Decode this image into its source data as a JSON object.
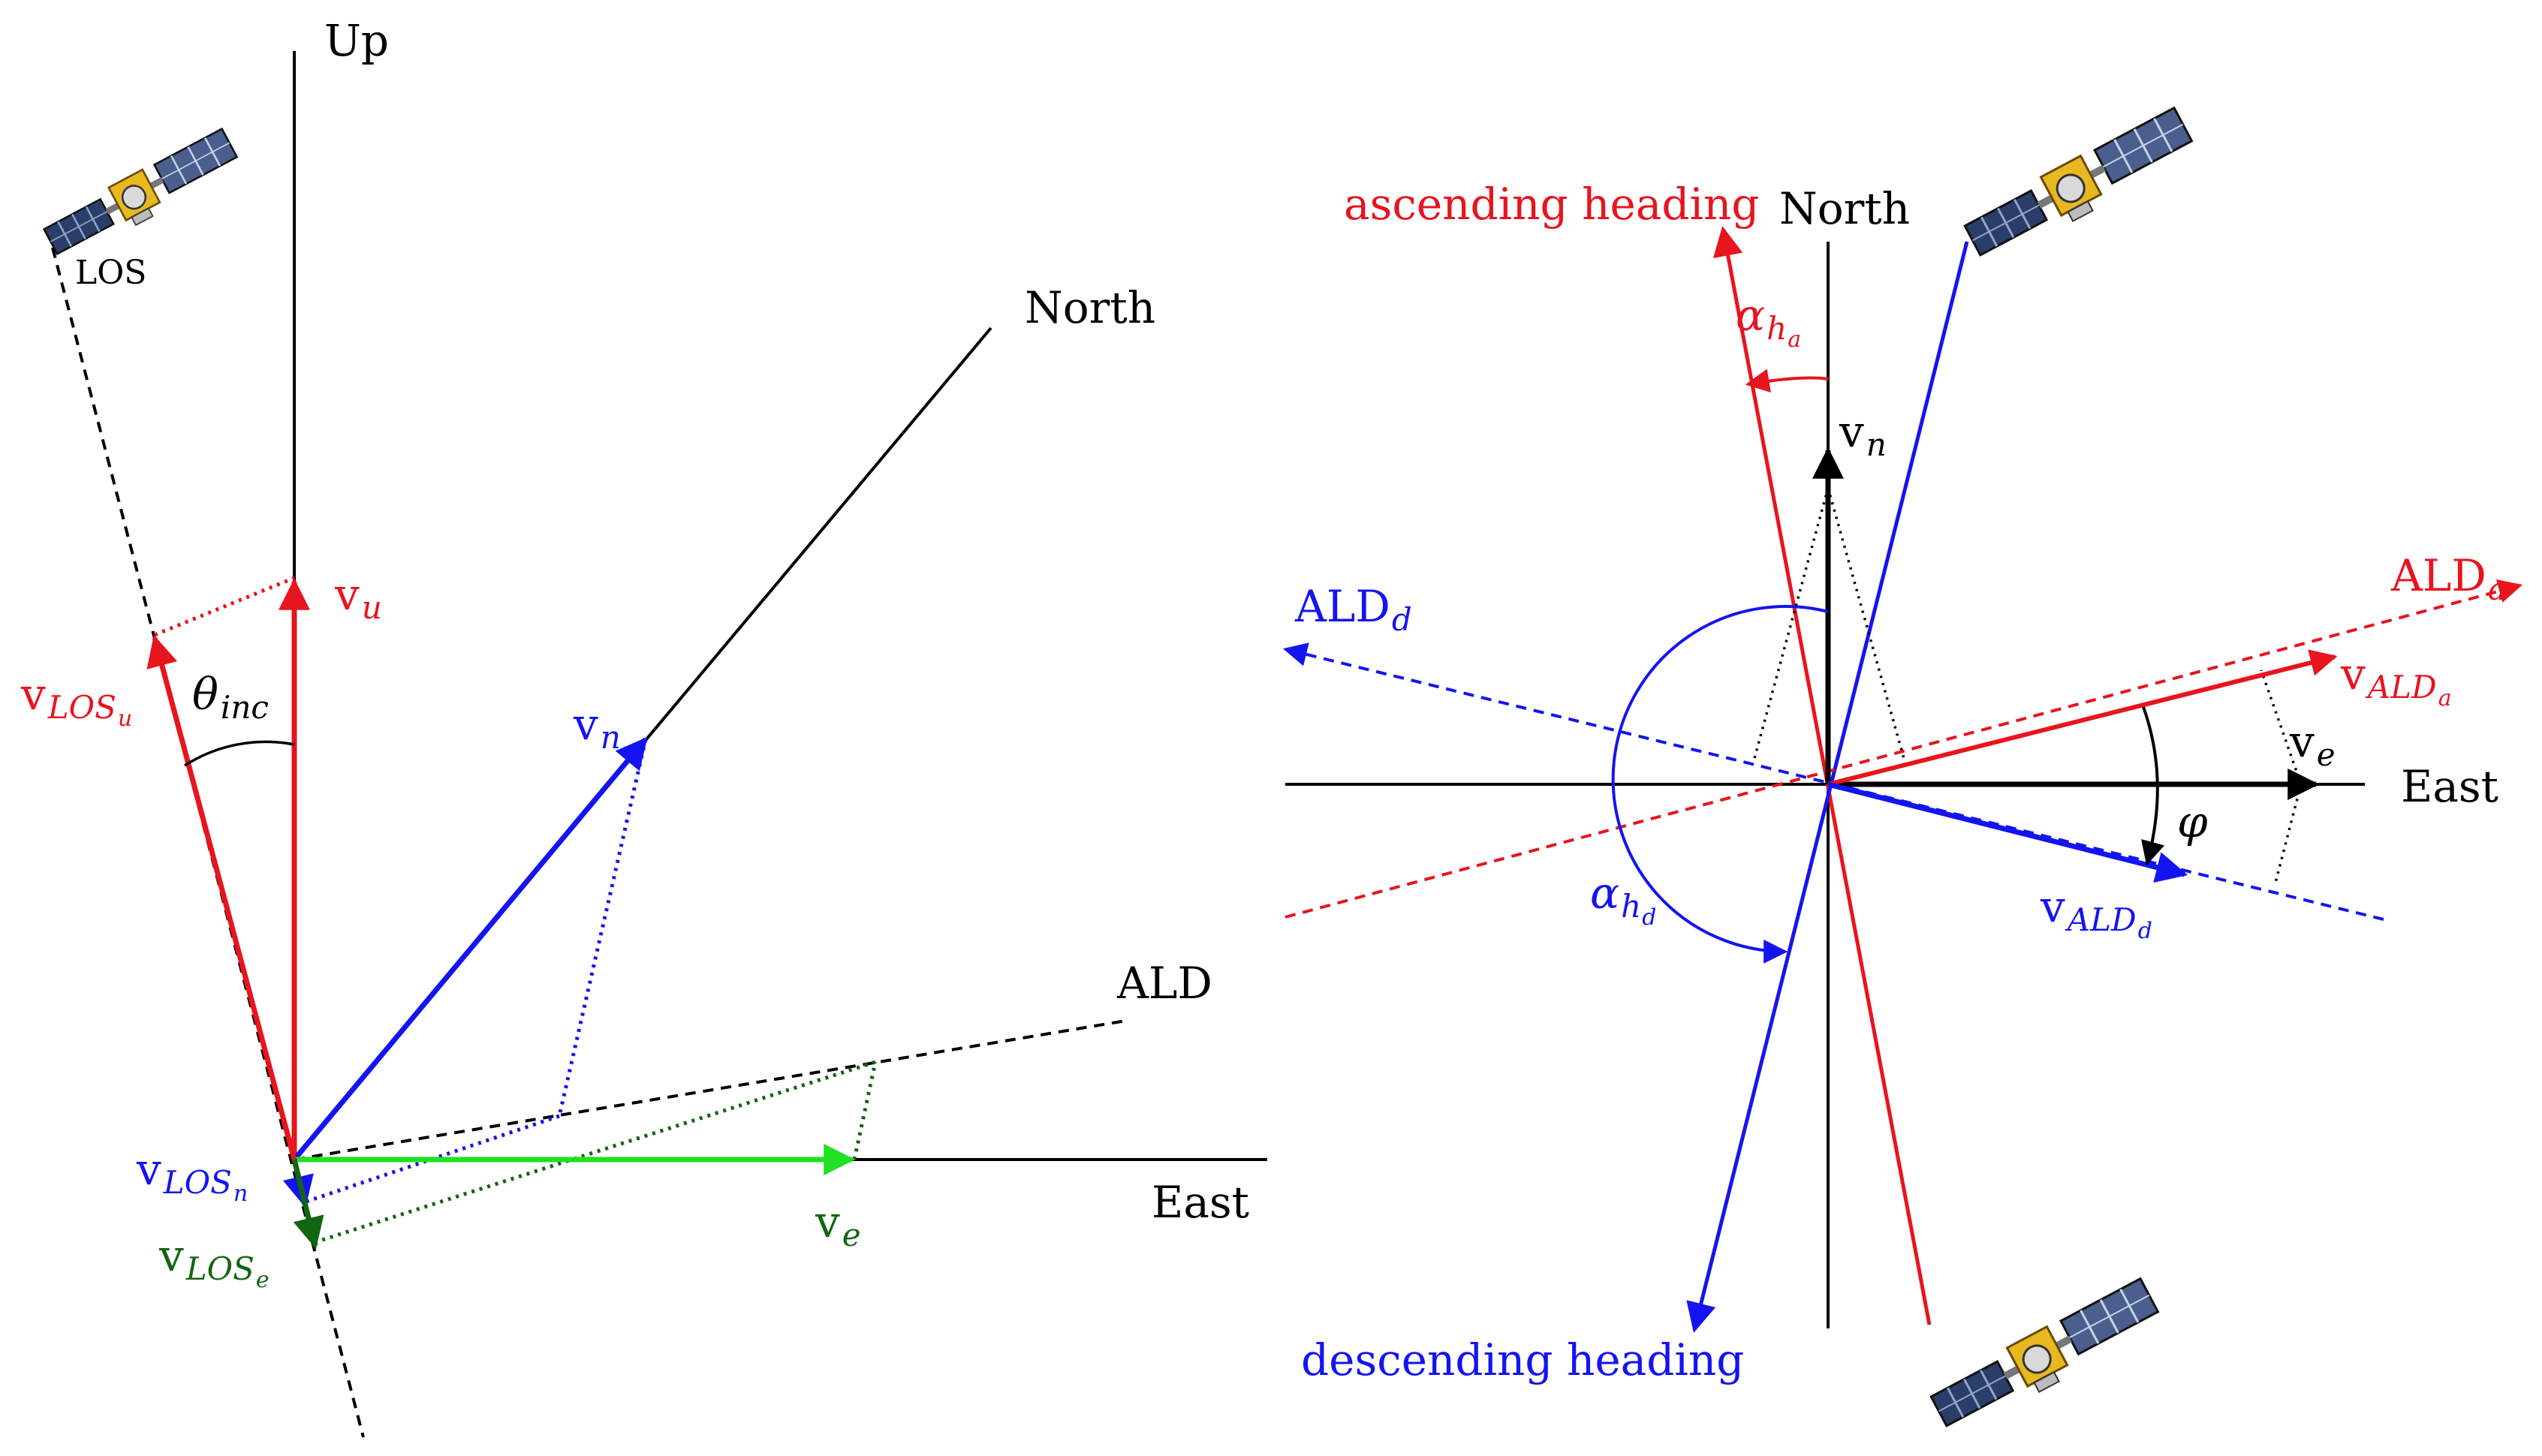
{
  "colors": {
    "up": "#e8141e",
    "north": "#1414f0",
    "east": "#22e022",
    "east_dark": "#116611",
    "black": "#000000"
  },
  "left_panel": {
    "up_axis": "Up",
    "north_axis": "North",
    "east_axis": "East",
    "ald_axis": "ALD",
    "los_label": "LOS",
    "v": "v",
    "v_u_sub": "u",
    "v_n_sub": "n",
    "v_e_sub": "e",
    "v_los_u_sub": "LOS",
    "v_los_u_subsub": "u",
    "v_los_n_sub": "LOS",
    "v_los_n_subsub": "n",
    "v_los_e_sub": "LOS",
    "v_los_e_subsub": "e",
    "theta": "θ",
    "theta_sub": "inc"
  },
  "right_panel": {
    "north_axis": "North",
    "east_axis": "East",
    "ascending_heading": "ascending heading",
    "descending_heading": "descending heading",
    "ald": "ALD",
    "ald_a_sub": "a",
    "ald_d_sub": "d",
    "alpha": "α",
    "h": "h",
    "a": "a",
    "d": "d",
    "v": "v",
    "v_n_sub": "n",
    "v_e_sub": "e",
    "v_ald_sub": "ALD",
    "phi": "φ"
  },
  "icons": [
    "satellite-icon",
    "satellite-icon",
    "satellite-icon"
  ]
}
